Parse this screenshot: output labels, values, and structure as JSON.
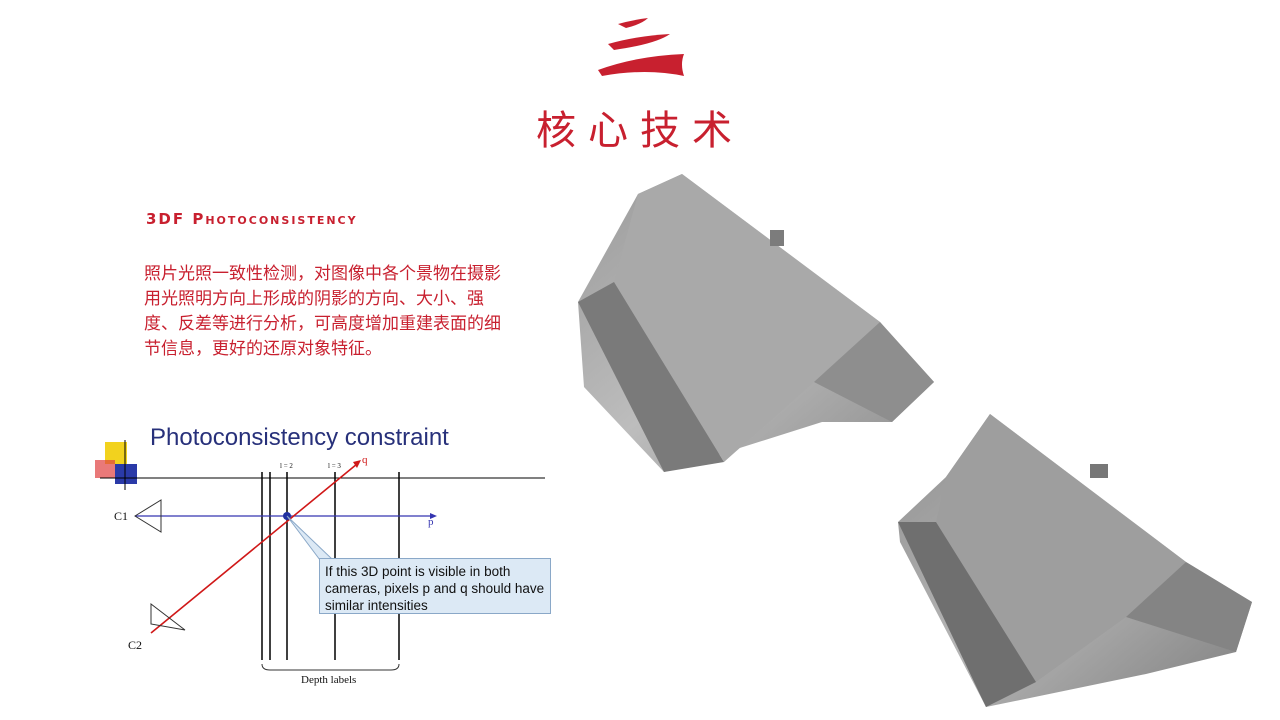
{
  "header": {
    "logo_icon": "brand-wave-logo",
    "title": "核心技术"
  },
  "section": {
    "subheading": "3DF Photoconsistency",
    "description": "照片光照一致性检测，对图像中各个景物在摄影用光照明方向上形成的阴影的方向、大小、强度、反差等进行分析，可高度增加重建表面的细节信息，更好的还原对象特征。"
  },
  "diagram": {
    "title": "Photoconsistency constraint",
    "camera1_label": "C1",
    "camera2_label": "C2",
    "pixel_p_label": "p",
    "pixel_q_label": "q",
    "tick_label_2": "l = 2",
    "tick_label_3": "l = 3",
    "callout_text": "If this 3D point is visible in both cameras, pixels p and q should have similar intensities",
    "depth_labels": "Depth labels"
  },
  "colors": {
    "accent_red": "#c8202f",
    "diagram_blue": "#27307a",
    "callout_bg": "#dce9f5"
  },
  "images": {
    "model_1": "3d-building-model-icon",
    "model_2": "3d-building-model-icon"
  }
}
